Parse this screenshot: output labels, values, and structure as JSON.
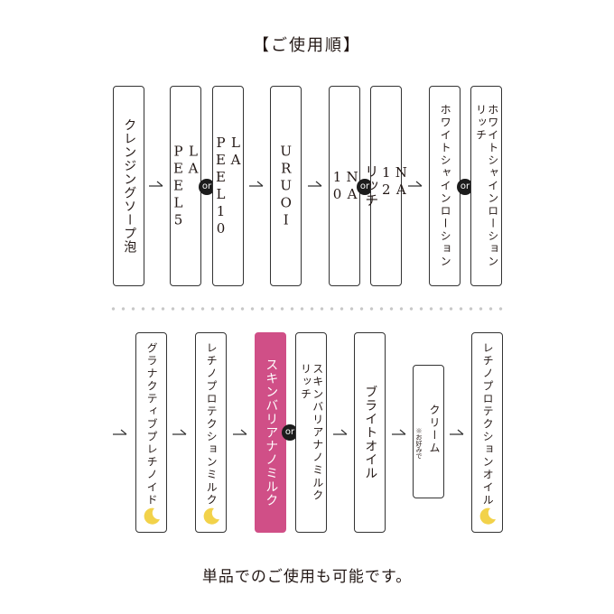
{
  "title": "【ご使用順】",
  "or_label": "or",
  "row1": [
    {
      "name": "cleansing-soap-foam",
      "text": "クレンジングソープ泡"
    },
    {
      "name": "la-peel-5",
      "text": "LA\nPEEL5"
    },
    {
      "name": "la-peel-10",
      "text": "LA\nPEEL10"
    },
    {
      "name": "uruoi",
      "text": "URUOI"
    },
    {
      "name": "na-10",
      "text": "NA\n10"
    },
    {
      "name": "na-12-rich",
      "text": "NA\n12\nリッチ"
    },
    {
      "name": "white-shine-lotion",
      "text": "ホワイトシャインローション"
    },
    {
      "name": "white-shine-lotion-rich",
      "text": "ホワイトシャインローション\nリッチ"
    }
  ],
  "row2": [
    {
      "name": "granactive-peptide",
      "text": "グラナクティブプレチノイド"
    },
    {
      "name": "retino-protection-milk",
      "text": "レチノプロテクションミルク"
    },
    {
      "name": "skin-barrier-nano-milk",
      "text": "スキンバリアナノミルク"
    },
    {
      "name": "skin-barrier-nano-milk-rich",
      "text": "スキンバリアナノミルク\nリッチ"
    },
    {
      "name": "bright-oil",
      "text": "ブライトオイル"
    },
    {
      "name": "cream",
      "text": "クリーム",
      "note": "※お好みで"
    },
    {
      "name": "retino-protection-oil",
      "text": "レチノプロテクションオイル"
    }
  ],
  "footer_note": "単品でのご使用も可能です。",
  "colors": {
    "accent_pink": "#d04f87",
    "moon": "#f2d24a",
    "border": "#333333"
  }
}
